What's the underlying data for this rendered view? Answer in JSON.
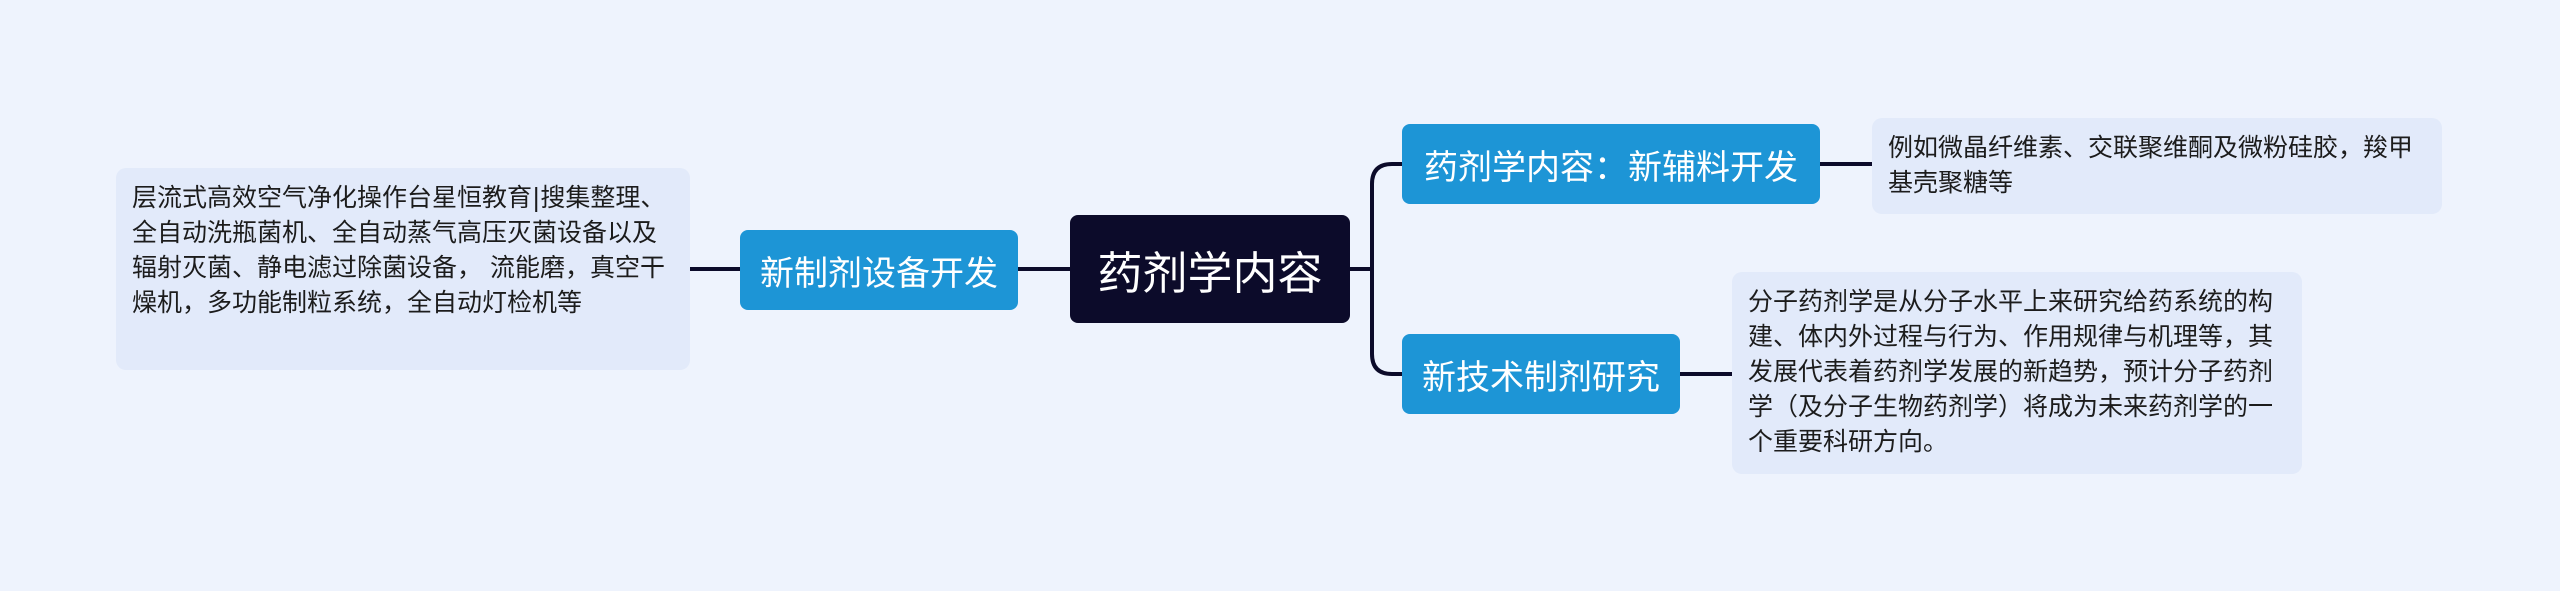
{
  "mindmap": {
    "root": {
      "label": "药剂学内容"
    },
    "left_branch": {
      "label": "新制剂设备开发",
      "note": "层流式高效空气净化操作台星恒教育|搜集整理、全自动洗瓶菌机、全自动蒸气高压灭菌设备以及辐射灭菌、静电滤过除菌设备， 流能磨，真空干燥机，多功能制粒系统，全自动灯检机等"
    },
    "right_branches": [
      {
        "label": "药剂学内容：新辅料开发",
        "note": "例如微晶纤维素、交联聚维酮及微粉硅胶，羧甲基壳聚糖等"
      },
      {
        "label": "新技术制剂研究",
        "note": "分子药剂学是从分子水平上来研究给药系统的构建、体内外过程与行为、作用规律与机理等，其发展代表着药剂学发展的新趋势，预计分子药剂学（及分子生物药剂学）将成为未来药剂学的一个重要科研方向。"
      }
    ]
  },
  "colors": {
    "background": "#eef3fd",
    "root": "#0c0b2a",
    "branch": "#1d95d6",
    "note": "#e2eafa",
    "connector": "#0c0b2a"
  }
}
